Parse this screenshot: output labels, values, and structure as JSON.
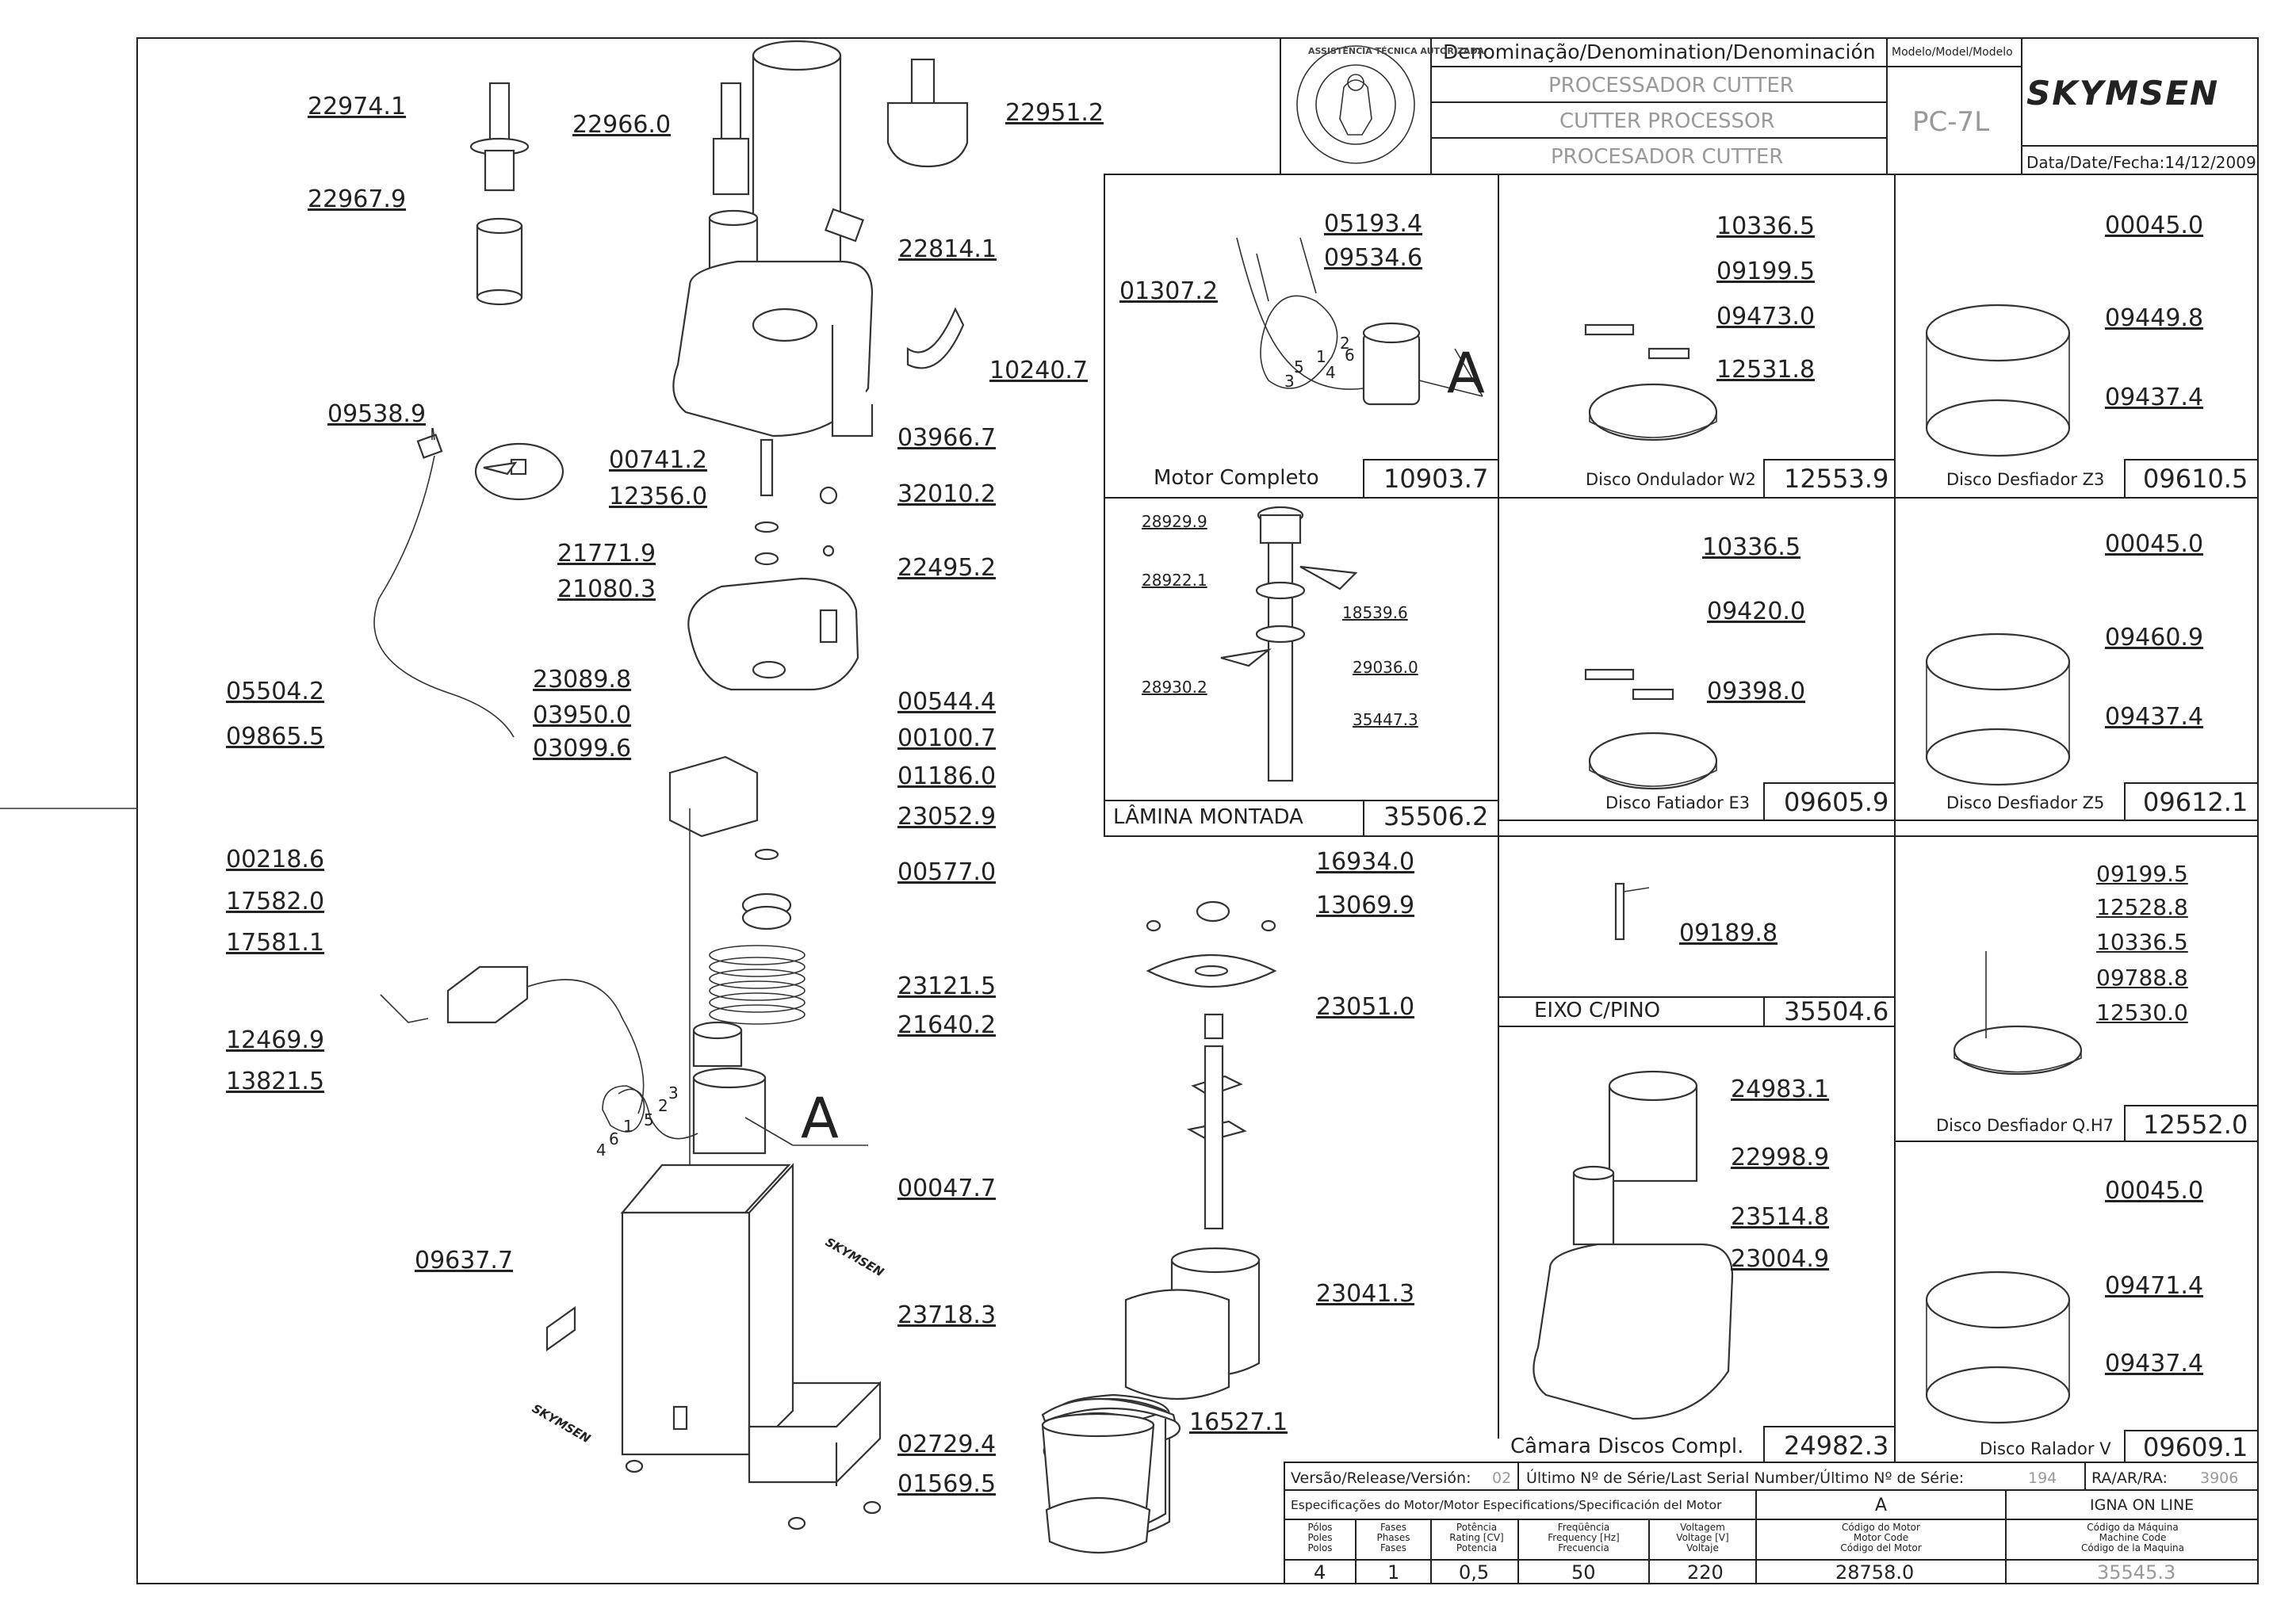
{
  "title_block": {
    "denomination_header": "Denominação/Denomination/Denominación",
    "names": [
      "PROCESSADOR CUTTER",
      "CUTTER PROCESSOR",
      "PROCESADOR CUTTER"
    ],
    "model_header": "Modelo/Model/Modelo",
    "model": "PC-7L",
    "brand": "SKYMSEN",
    "date": "Data/Date/Fecha:14/12/2009",
    "seal_text": "ASSISTÊNCIA TÉCNICA AUTORIZADA"
  },
  "exploded_labels": [
    "22974.1",
    "22967.9",
    "22966.0",
    "22951.2",
    "22814.1",
    "10240.7",
    "09538.9",
    "00741.2",
    "12356.0",
    "03966.7",
    "32010.2",
    "21771.9",
    "21080.3",
    "22495.2",
    "23089.8",
    "03950.0",
    "03099.6",
    "00544.4",
    "00100.7",
    "01186.0",
    "23052.9",
    "05504.2",
    "09865.5",
    "00577.0",
    "00218.6",
    "17582.0",
    "17581.1",
    "23121.5",
    "21640.2",
    "12469.9",
    "13821.5",
    "00047.7",
    "09637.7",
    "23718.3",
    "02729.4",
    "01569.5",
    "16934.0",
    "13069.9",
    "23051.0",
    "23041.3",
    "16527.1"
  ],
  "marker_a": "A",
  "wire_numbers": [
    "1",
    "2",
    "3",
    "4",
    "5",
    "6"
  ],
  "panels": {
    "motor": {
      "labels": [
        "05193.4",
        "09534.6",
        "01307.2"
      ],
      "marker": "A",
      "wire_numbers": [
        "1",
        "2",
        "3",
        "4",
        "5",
        "6"
      ],
      "caption": "Motor  Completo",
      "code": "10903.7"
    },
    "ondulador": {
      "labels": [
        "10336.5",
        "09199.5",
        "09473.0",
        "12531.8"
      ],
      "caption": "Disco Ondulador W2",
      "code": "12553.9"
    },
    "desfiador_z3": {
      "labels": [
        "00045.0",
        "09449.8",
        "09437.4"
      ],
      "caption": "Disco Desfiador Z3",
      "code": "09610.5"
    },
    "lamina": {
      "labels": [
        "28929.9",
        "28922.1",
        "18539.6",
        "29036.0",
        "28930.2",
        "35447.3"
      ],
      "caption": "LÂMINA  MONTADA",
      "code": "35506.2"
    },
    "fatiador": {
      "labels": [
        "10336.5",
        "09420.0",
        "09398.0"
      ],
      "caption": "Disco Fatiador E3",
      "code": "09605.9"
    },
    "desfiador_z5": {
      "labels": [
        "00045.0",
        "09460.9",
        "09437.4"
      ],
      "caption": "Disco Desfiador Z5",
      "code": "09612.1"
    },
    "eixo": {
      "labels": [
        "09189.8"
      ],
      "caption": "EIXO  C/PINO",
      "code": "35504.6"
    },
    "desfiador_qh7": {
      "labels": [
        "09199.5",
        "12528.8",
        "10336.5",
        "09788.8",
        "12530.0"
      ],
      "caption": "Disco Desfiador Q.H7",
      "code": "12552.0"
    },
    "camara": {
      "labels": [
        "24983.1",
        "22998.9",
        "23514.8",
        "23004.9"
      ],
      "caption": "Câmara Discos Compl.",
      "code": "24982.3"
    },
    "ralador": {
      "labels": [
        "00045.0",
        "09471.4",
        "09437.4"
      ],
      "caption": "Disco Ralador V",
      "code": "09609.1"
    }
  },
  "info_block": {
    "version_label": "Versão/Release/Versión:",
    "version": "02",
    "serial_label": "Último Nº de Série/Last Serial Number/Último Nº de Série:",
    "serial": "194",
    "ra_label": "RA/AR/RA:",
    "ra": "3906",
    "motor_spec_label": "Especificações do Motor/Motor Especifications/Specificación del Motor",
    "spec_col_a": "A",
    "igna": "IGNA ON LINE",
    "headers": [
      "Pólos\nPoles\nPolos",
      "Fases\nPhases\nFases",
      "Potência\nRating [CV]\nPotencia",
      "Freqüência\nFrequency [Hz]\nFrecuencia",
      "Voltagem\nVoltage [V]\nVoltaje",
      "Código do Motor\nMotor Code\nCódigo del Motor",
      "Código da Máquina\nMachine Code\nCódigo de la Maquina"
    ],
    "values": [
      "4",
      "1",
      "0,5",
      "50",
      "220",
      "28758.0",
      "35545.3"
    ]
  }
}
